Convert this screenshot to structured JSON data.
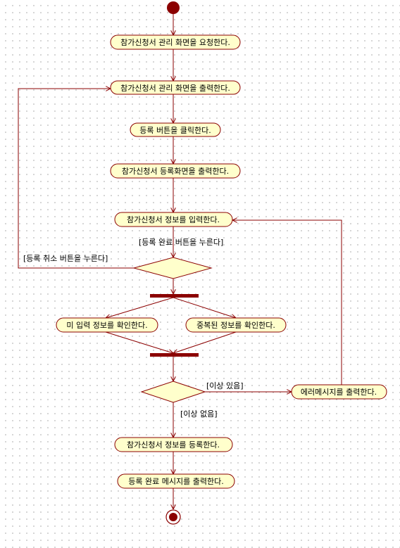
{
  "colors": {
    "node_fill": "#ffffcc",
    "node_border": "#8b0000",
    "flow": "#8b0000",
    "bar": "#8b0000",
    "grid_dot": "#c9c9c9"
  },
  "activities": {
    "request_screen": "참가신청서 관리 화면을 요청한다.",
    "show_manage_screen": "참가신청서 관리 화면을 출력한다.",
    "click_register": "등록 버튼을 클릭한다.",
    "show_register_screen": "참가신청서 등록화면을 출력한다.",
    "enter_info": "참가신청서 정보를 입력한다.",
    "check_missing": "미 입력 정보를 확인한다.",
    "check_duplicate": "중복된 정보를 확인한다.",
    "show_error": "에러메시지를 출력한다.",
    "register_info": "참가신청서 정보를 등록한다.",
    "show_complete": "등록 완료 메시지를 출력한다."
  },
  "guards": {
    "complete_pressed": "[등록 완료 버튼을 누른다]",
    "cancel_pressed": "[등록 취소 버튼을 누른다]",
    "has_error": "[이상 있음]",
    "no_error": "[이상 없음]"
  }
}
